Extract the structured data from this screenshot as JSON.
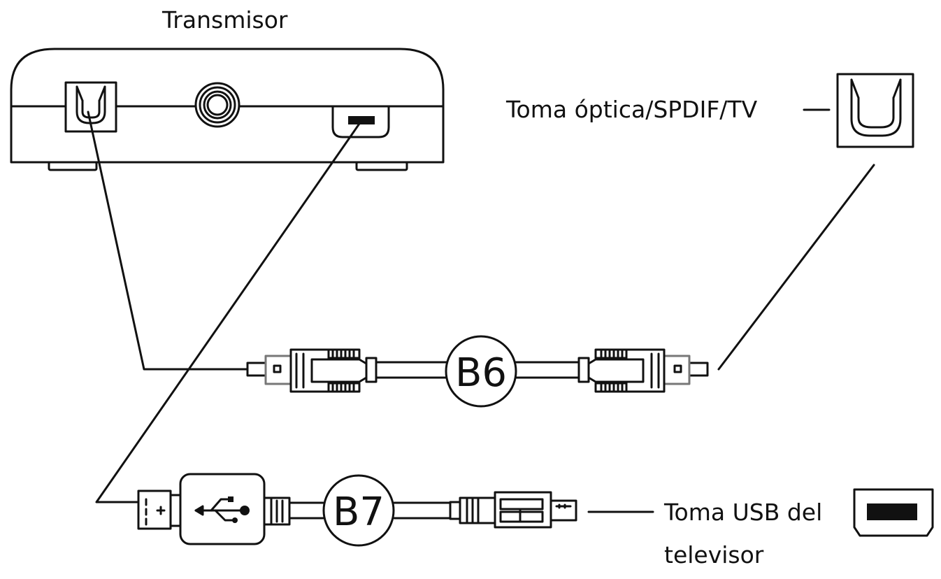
{
  "labels": {
    "transmitter": "Transmisor",
    "optical_socket": "Toma óptica/SPDIF/TV",
    "usb_socket_line1": "Toma USB del",
    "usb_socket_line2": "televisor"
  },
  "cables": {
    "optical": "B6",
    "usb": "B7"
  }
}
